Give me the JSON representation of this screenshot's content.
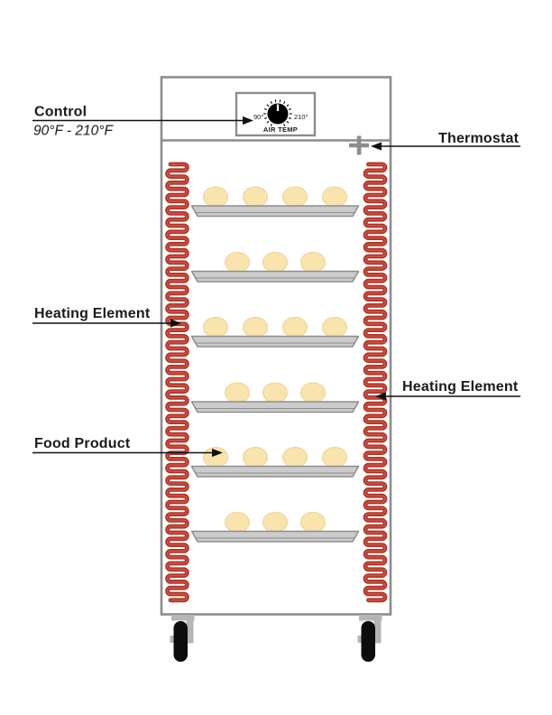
{
  "labels": {
    "control": "Control",
    "control_range": "90°F - 210°F",
    "thermostat": "Thermostat",
    "heating_element_left": "Heating Element",
    "heating_element_right": "Heating Element",
    "food_product": "Food Product"
  },
  "control_panel": {
    "dial_min": "90°",
    "dial_max": "210°",
    "caption": "AIR TEMP"
  },
  "cabinet": {
    "trays": [
      {
        "buns": 4
      },
      {
        "buns": 3
      },
      {
        "buns": 4
      },
      {
        "buns": 3
      },
      {
        "buns": 4
      },
      {
        "buns": 3
      }
    ]
  },
  "colors": {
    "cabinet_border": "#8c8c8c",
    "coil_outer": "#a63227",
    "coil_inner": "#d14b3c",
    "bun_fill": "#f9e4ae",
    "bun_stroke": "#efd69e",
    "tray_fill": "#cbcbcb",
    "tray_stroke": "#8e8e8e",
    "caster_bracket": "#b5b5b5",
    "wheel": "#0d0d0d",
    "line": "#111111",
    "knob": "#000000",
    "thermostat": "#8c8c8c"
  }
}
